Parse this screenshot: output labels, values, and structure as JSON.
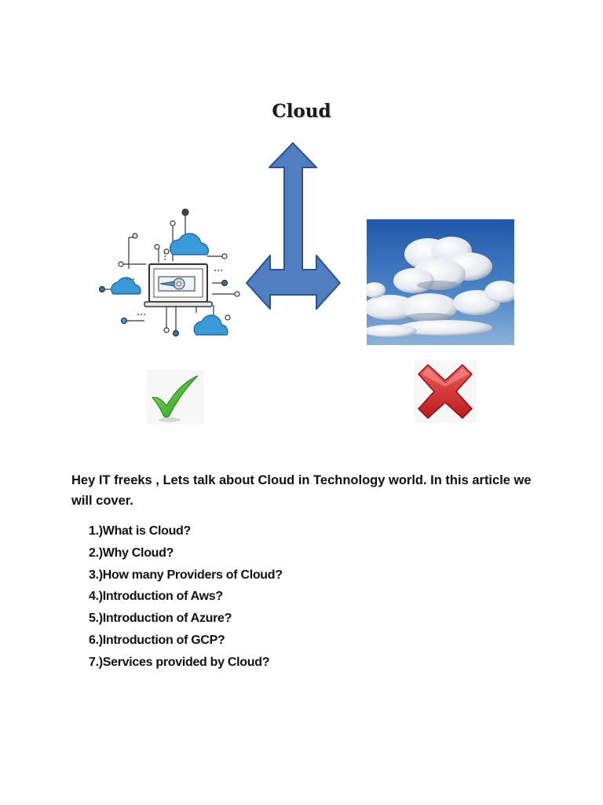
{
  "page": {
    "title": "Cloud",
    "intro": "Hey IT freeks , Lets talk about Cloud in Technology world. In this article we will cover.",
    "topics": [
      "1.)What is Cloud?",
      "2.)Why Cloud?",
      "3.)How many Providers of Cloud?",
      "4.)Introduction of Aws?",
      "5.)Introduction of Azure?",
      "6.)Introduction of GCP?",
      "7.)Services provided by Cloud?"
    ]
  },
  "icons": {
    "left_image": "cloud-computing-laptop-icon",
    "right_image": "sky-clouds-photo",
    "left_mark": "green-checkmark-icon",
    "right_mark": "red-cross-icon",
    "center": "three-way-arrow-icon"
  },
  "colors": {
    "arrow_fill": "#4f7fc0",
    "arrow_stroke": "#2f528f",
    "cloud_icon": "#3a9ad9",
    "check": "#2fb52f",
    "cross": "#d9262b"
  }
}
